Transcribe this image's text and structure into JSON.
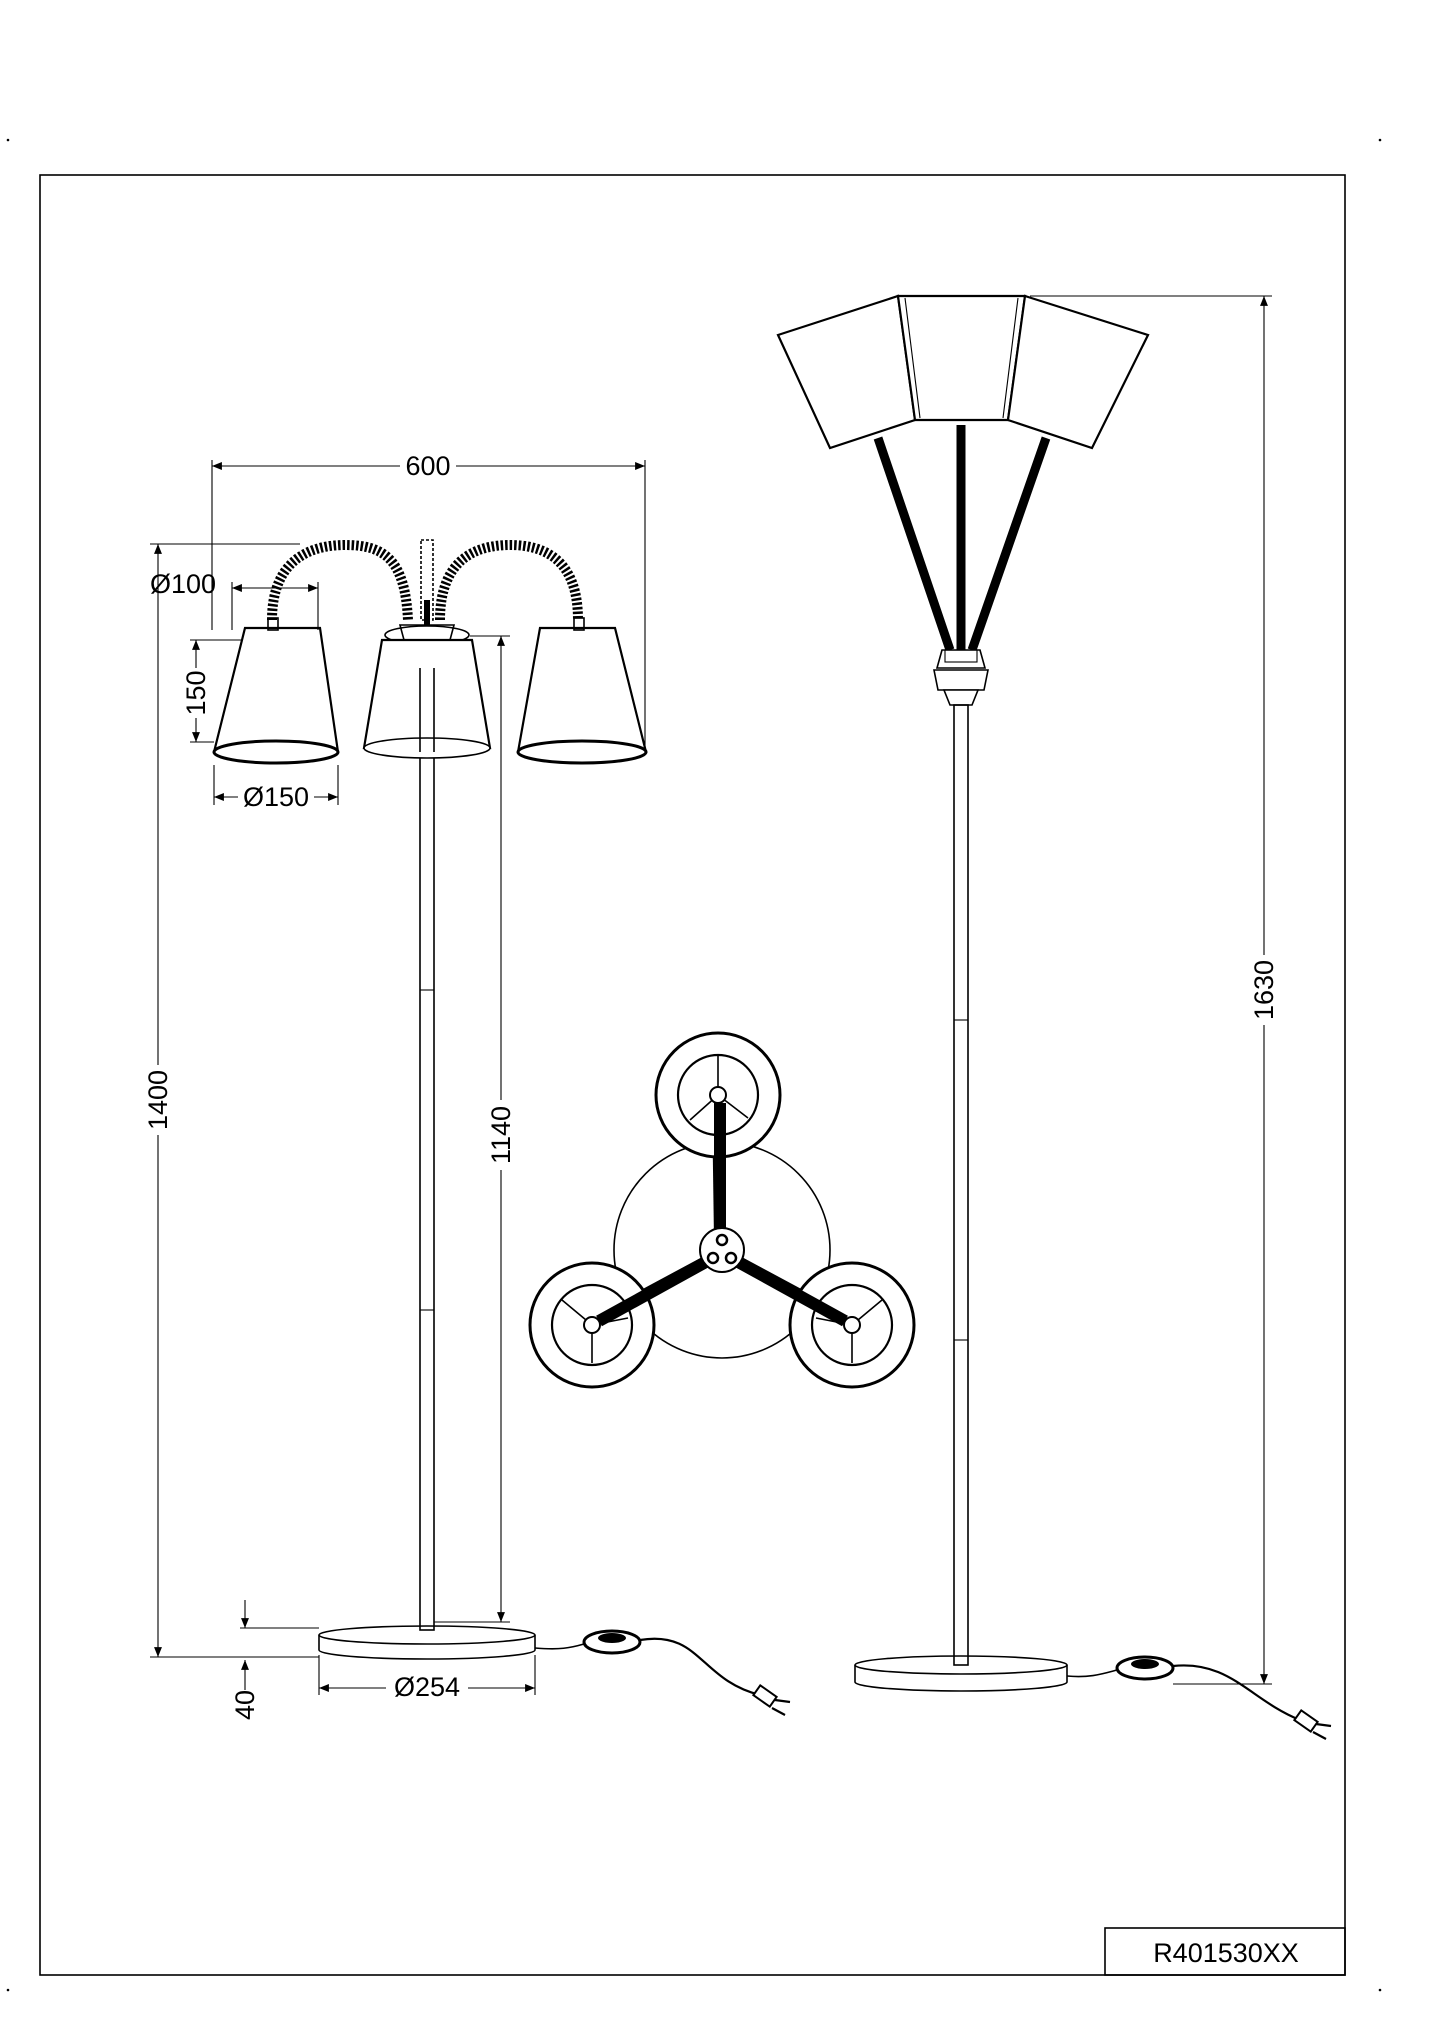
{
  "dimensions": {
    "overall_width": "600",
    "shade_top_diameter": "Ø100",
    "shade_height": "150",
    "shade_bottom_diameter": "Ø150",
    "total_height_left": "1400",
    "stem_height": "1140",
    "base_thickness": "40",
    "base_diameter": "Ø254",
    "total_height_right": "1630"
  },
  "product_code": "R401530XX"
}
